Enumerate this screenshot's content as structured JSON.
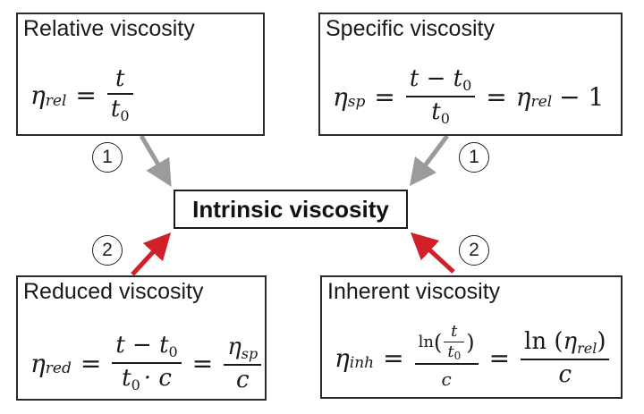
{
  "boxes": {
    "relative": {
      "title": "Relative viscosity",
      "symbol": "η",
      "subscript": "rel",
      "equals": "=",
      "numerator": "t",
      "denominator": "t",
      "denominator_sub": "0"
    },
    "specific": {
      "title": "Specific viscosity",
      "symbol": "η",
      "subscript": "sp",
      "equals": "=",
      "numerator": "t − t",
      "numerator_sub": "0",
      "denominator": "t",
      "denominator_sub": "0",
      "equals2": "=",
      "rhs_symbol": "η",
      "rhs_subscript": "rel",
      "rhs_tail": "− 1"
    },
    "reduced": {
      "title": "Reduced viscosity",
      "symbol": "η",
      "subscript": "red",
      "equals": "=",
      "numerator": "t − t",
      "numerator_sub": "0",
      "denominator": "t",
      "denominator_sub": "0",
      "denominator_tail": "· c",
      "equals2": "=",
      "rhs_num_symbol": "η",
      "rhs_num_sub": "sp",
      "rhs_den": "c"
    },
    "inherent": {
      "title": "Inherent viscosity",
      "symbol": "η",
      "subscript": "inh",
      "equals": "=",
      "ln_label": "ln",
      "inner_num": "t",
      "inner_den": "t",
      "inner_den_sub": "0",
      "denominator": "c",
      "equals2": "=",
      "rhs_num_prefix": "ln (",
      "rhs_num_symbol": "η",
      "rhs_num_sub": "rel",
      "rhs_num_suffix": ")",
      "rhs_den": "c"
    }
  },
  "center": {
    "label": "Intrinsic viscosity"
  },
  "steps": {
    "top_left": "1",
    "top_right": "1",
    "bottom_left": "2",
    "bottom_right": "2"
  },
  "colors": {
    "step1_arrow": "#9b9b9b",
    "step2_arrow": "#d0202a",
    "border": "#2a2a2a"
  }
}
